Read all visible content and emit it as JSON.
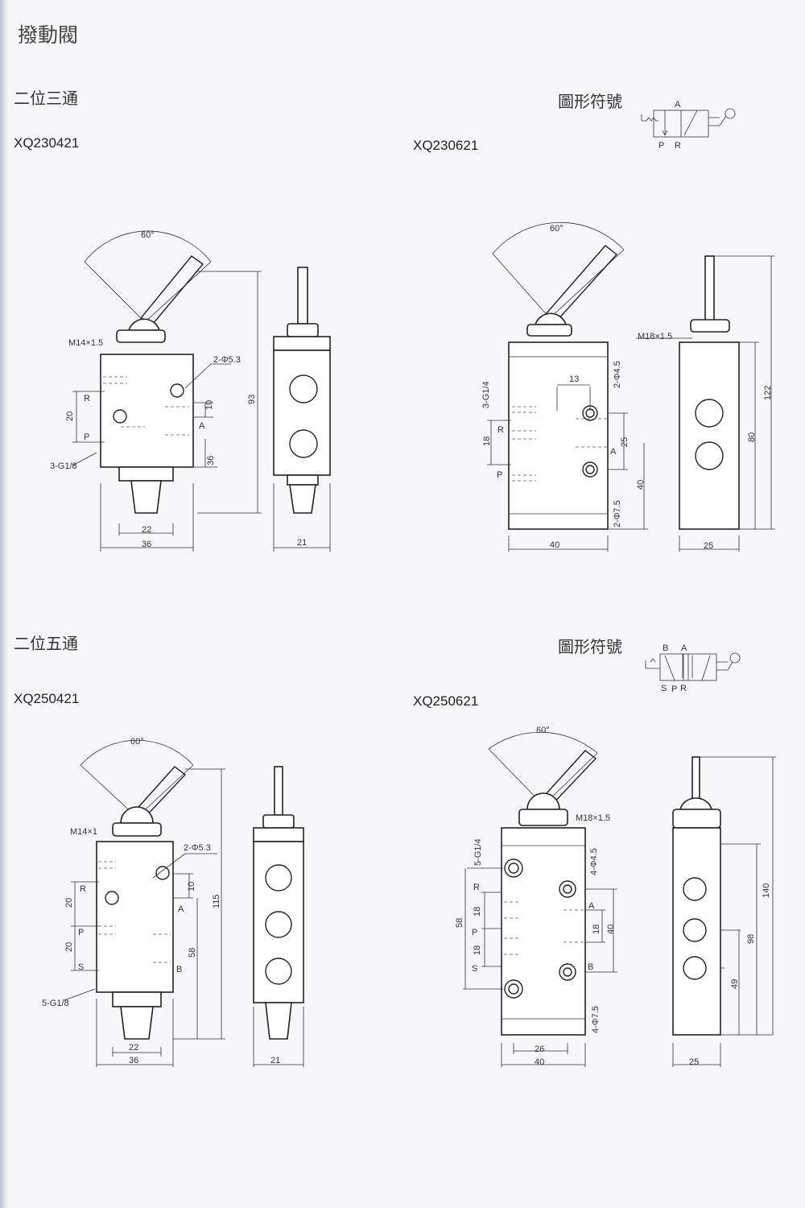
{
  "page_title": "撥動閥",
  "sections": [
    {
      "label": "二位三通",
      "symbol_label": "圖形符號",
      "symbol_ports": [
        "A",
        "P",
        "R"
      ],
      "models": [
        {
          "name": "XQ230421",
          "labels": {
            "angle": "60°",
            "thread": "M14×1.5",
            "hole": "2-Φ5.3",
            "R": "R",
            "P": "P",
            "A": "A",
            "pitch": "20",
            "port": "3-G1/8",
            "d10": "10",
            "d36v": "36",
            "height": "93",
            "w22": "22",
            "w36": "36",
            "side_w": "21"
          }
        },
        {
          "name": "XQ230621",
          "labels": {
            "angle": "60°",
            "port": "3-G1/4",
            "R": "R",
            "P": "P",
            "A": "A",
            "pitch": "18",
            "d13": "13",
            "hole_small": "2-Φ4.5",
            "d25": "25",
            "d40v": "40",
            "hole_large": "2-Φ7.5",
            "width": "40",
            "thread": "M18×1.5",
            "height": "122",
            "d80": "80",
            "side_w": "25"
          }
        }
      ]
    },
    {
      "label": "二位五通",
      "symbol_label": "圖形符號",
      "symbol_ports": [
        "B",
        "A",
        "S",
        "P",
        "R"
      ],
      "models": [
        {
          "name": "XQ250421",
          "labels": {
            "angle": "60°",
            "thread": "M14×1",
            "hole": "2-Φ5.3",
            "R": "R",
            "P": "P",
            "S": "S",
            "A": "A",
            "B": "B",
            "pitch1": "20",
            "pitch2": "20",
            "port": "5-G1/8",
            "d10": "10",
            "d58": "58",
            "height": "115",
            "w22": "22",
            "w36": "36",
            "side_w": "21"
          }
        },
        {
          "name": "XQ250621",
          "labels": {
            "angle": "60°",
            "thread": "M18×1.5",
            "port": "5-G1/4",
            "R": "R",
            "P": "P",
            "S": "S",
            "A": "A",
            "B": "B",
            "p18a": "18",
            "p18b": "18",
            "d58": "58",
            "hole_small": "4-Φ4.5",
            "d18": "18",
            "d40v": "40",
            "hole_large": "4-Φ7.5",
            "w26": "26",
            "w40": "40",
            "height": "140",
            "d98": "98",
            "d49": "49",
            "side_w": "25"
          }
        }
      ]
    }
  ]
}
